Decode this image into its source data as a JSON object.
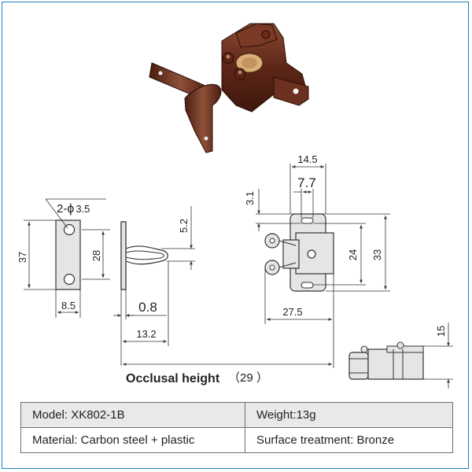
{
  "dims": {
    "hole_spec_prefix": "2-",
    "hole_spec_symbol": "ϕ",
    "hole_spec_size": "3.5",
    "plate_height": "37",
    "hole_spacing": "28",
    "plate_width": "8.5",
    "bend_height": "5.2",
    "thickness": "0.8",
    "striker_length": "13.2",
    "housing_width": "14.5",
    "inner_width": "7.7",
    "top_offset": "3.1",
    "mount_spacing": "24",
    "overall_height": "33",
    "body_length": "27.5",
    "side_height": "15",
    "occlusal_label": "Occlusal height",
    "occlusal_value": "（29 ）"
  },
  "specs": {
    "model": "Model: XK802-1B",
    "weight": "Weight:13g",
    "material": "Material: Carbon steel + plastic",
    "surface": "Surface treatment: Bronze"
  },
  "colors": {
    "frame": "#1a7ec2",
    "bronze": "#6b3020",
    "drawing_fill": "#e5e5e5",
    "line": "#333333"
  }
}
